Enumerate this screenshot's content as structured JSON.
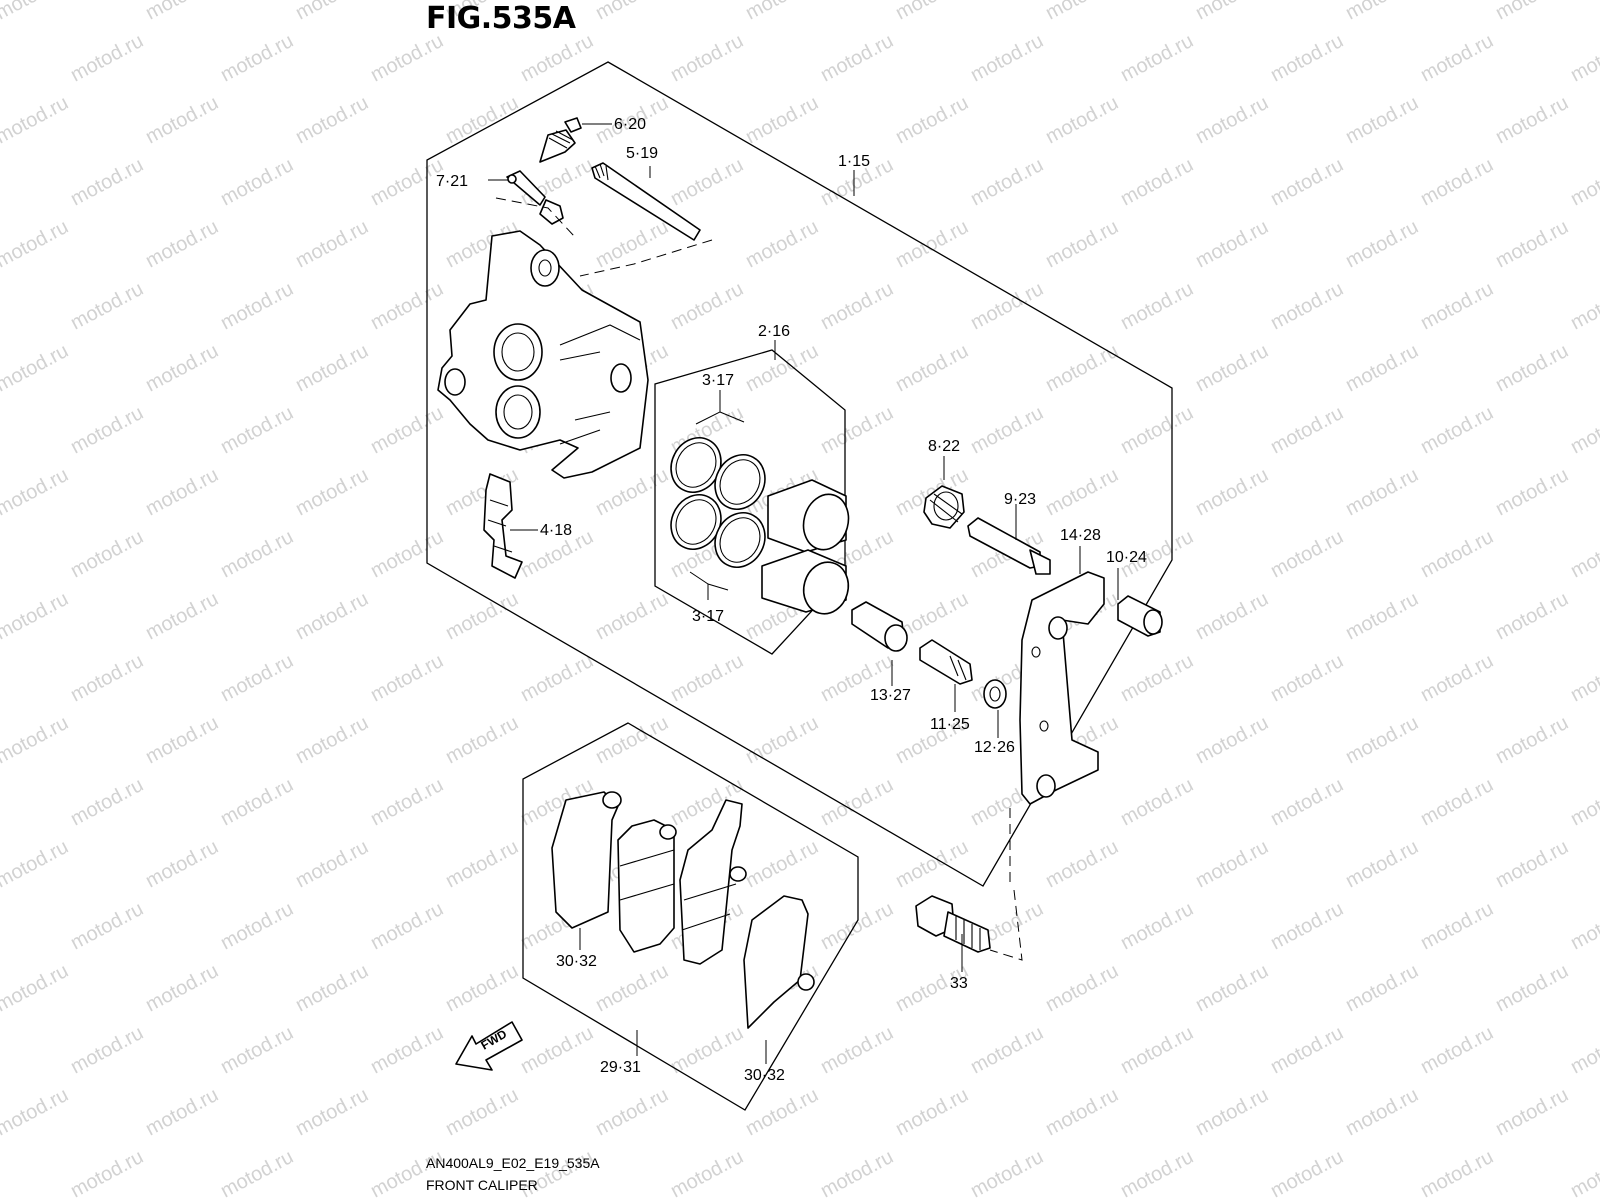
{
  "figure": {
    "title": "FIG.535A",
    "model_code": "AN400AL9_E02_E19_535A",
    "caption": "FRONT CALIPER"
  },
  "watermark": "motod.ru",
  "fwd_label": "FWD",
  "callouts": {
    "c_6_20": "6·20",
    "c_5_19": "5·19",
    "c_1_15": "1·15",
    "c_7_21": "7·21",
    "c_2_16": "2·16",
    "c_3_17_top": "3·17",
    "c_3_17_bottom": "3·17",
    "c_4_18": "4·18",
    "c_8_22": "8·22",
    "c_9_23": "9·23",
    "c_14_28": "14·28",
    "c_10_24": "10·24",
    "c_13_27": "13·27",
    "c_11_25": "11·25",
    "c_12_26": "12·26",
    "c_30_32_left": "30·32",
    "c_29_31": "29·31",
    "c_30_32_right": "30·32",
    "c_33": "33"
  }
}
